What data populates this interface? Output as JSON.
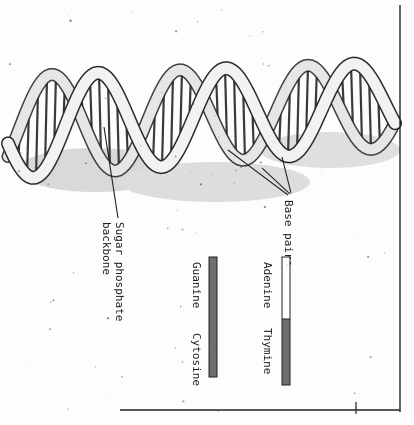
{
  "labels": {
    "base_pairs": "Base pairs",
    "backbone_line1": "Sugar phosphate",
    "backbone_line2": "backbone",
    "guanine": "Guanine",
    "cytosine": "Cytosine",
    "adenine": "Adenine",
    "thymine": "Thymine"
  },
  "colors": {
    "ribbon_fill": "#eeeeee",
    "ribbon_stroke": "#2a2a2a",
    "shadow": "#bdbdbd",
    "bar_dark": "#6e6e6e",
    "bar_light": "#ffffff",
    "frame": "#222222"
  }
}
